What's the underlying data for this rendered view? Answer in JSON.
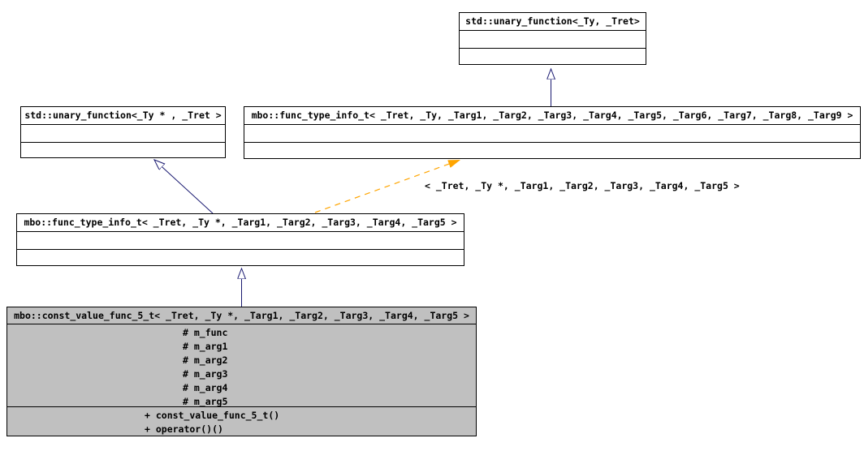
{
  "nodes": {
    "top": {
      "title": "std::unary_function<_Ty, _Tret>"
    },
    "left": {
      "title": "std::unary_function<_Ty * , _Tret >"
    },
    "right": {
      "title": "mbo::func_type_info_t< _Tret, _Ty, _Targ1, _Targ2, _Targ3, _Targ4, _Targ5, _Targ6, _Targ7, _Targ8, _Targ9 >"
    },
    "middle": {
      "title": "mbo::func_type_info_t< _Tret, _Ty *, _Targ1, _Targ2, _Targ3, _Targ4, _Targ5 >"
    },
    "bottom": {
      "title": "mbo::const_value_func_5_t< _Tret, _Ty *, _Targ1, _Targ2, _Targ3, _Targ4, _Targ5 >",
      "attributes": [
        "# m_func",
        "# m_arg1",
        "# m_arg2",
        "# m_arg3",
        "# m_arg4",
        "# m_arg5"
      ],
      "methods": [
        "+ const_value_func_5_t()",
        "+ operator()()"
      ]
    }
  },
  "edges": {
    "template_instance_label": "< _Tret, _Ty *, _Targ1, _Targ2, _Targ3, _Targ4, _Targ5 >"
  },
  "colors": {
    "inheritance_edge": "#191970",
    "template_edge": "#ffa500",
    "node_border": "#000000",
    "node_fill": "#ffffff",
    "focus_node_fill": "#c0c0c0",
    "text": "#000000"
  }
}
